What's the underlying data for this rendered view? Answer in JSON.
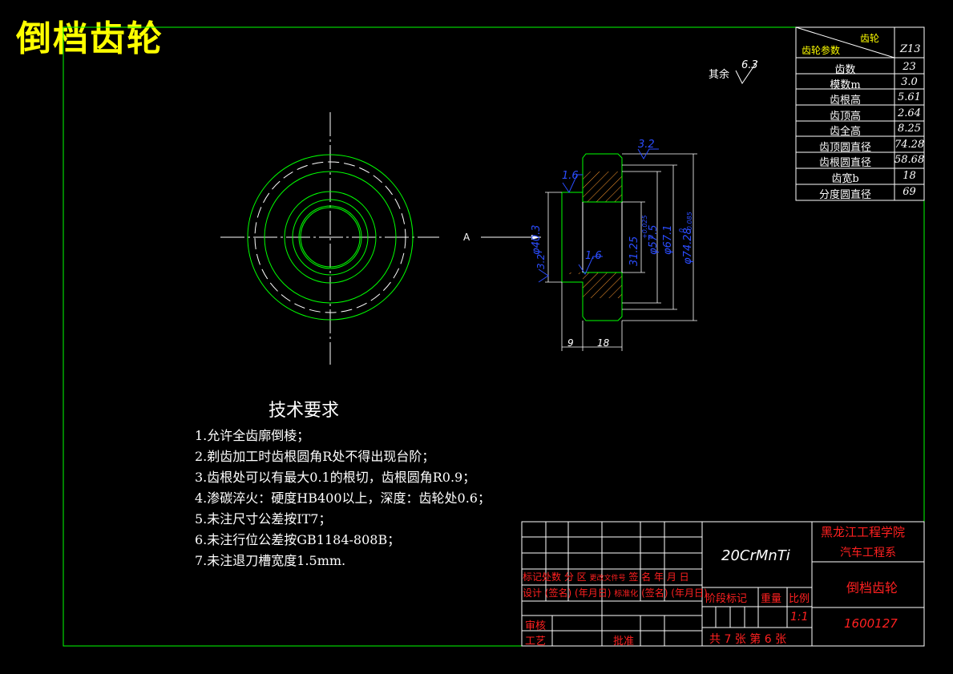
{
  "drawing_title": "倒档齿轮",
  "roughness_note": {
    "prefix": "其余",
    "value": "6.3"
  },
  "view_label": "A",
  "param_table": {
    "header_col": "齿轮",
    "header_row": "齿轮参数",
    "header_value": "Z13",
    "rows": [
      {
        "label": "齿数",
        "value": "23"
      },
      {
        "label": "模数m",
        "value": "3.0"
      },
      {
        "label": "齿根高",
        "value": "5.61"
      },
      {
        "label": "齿顶高",
        "value": "2.64"
      },
      {
        "label": "齿全高",
        "value": "8.25"
      },
      {
        "label": "齿顶圆直径",
        "value": "74.28"
      },
      {
        "label": "齿根圆直径",
        "value": "58.68"
      },
      {
        "label": "齿宽b",
        "value": "18"
      },
      {
        "label": "分度圆直径",
        "value": "69"
      }
    ]
  },
  "dimensions": {
    "d1": "φ40.3",
    "d2": "31.25",
    "d2_tol": "+0.025",
    "d2_tol2": "0",
    "d3": "φ57.5",
    "d4": "φ67.1",
    "d5": "φ74.28",
    "d5_tol": "0",
    "d5_tol2": "-0.085",
    "w1": "9",
    "w2": "18",
    "r1": "1.6",
    "r2": "3.2",
    "r3": "1.6",
    "r4": "3.2"
  },
  "requirements": {
    "title": "技术要求",
    "items": [
      "1.允许全齿廓倒棱；",
      "2.剃齿加工时齿根圆角R处不得出现台阶；",
      "3.齿根处可以有最大0.1的根切，齿根圆角R0.9；",
      "4.渗碳淬火：硬度HB400以上，深度：齿轮处0.6；",
      "5.未注尺寸公差按IT7；",
      "6.未注行位公差按GB1184-808B；",
      "7.未注退刀槽宽度1.5mm."
    ]
  },
  "title_block": {
    "row_labels1": [
      "标记",
      "处数",
      "分 区",
      "更改文件号",
      "签 名",
      "年 月 日"
    ],
    "row_labels2": [
      "设计",
      "(签名)",
      "(年月日)",
      "标准化",
      "(签名)",
      "(年月日)"
    ],
    "review": "审核",
    "process": "工艺",
    "approve": "批准",
    "material": "20CrMnTi",
    "stage_mark": "阶段标记",
    "weight": "重量",
    "scale_label": "比例",
    "scale": "1:1",
    "sheets": "共 7 张  第 6 张",
    "school": "黑龙江工程学院",
    "dept": "汽车工程系",
    "part_name": "倒档齿轮",
    "drawing_no": "1600127"
  },
  "colors": {
    "background": "#000000",
    "frame": "#00ff00",
    "title": "#ffff00",
    "dimension": "#2b4dff",
    "titleblock_text": "#ff2020",
    "line": "#ffffff"
  }
}
